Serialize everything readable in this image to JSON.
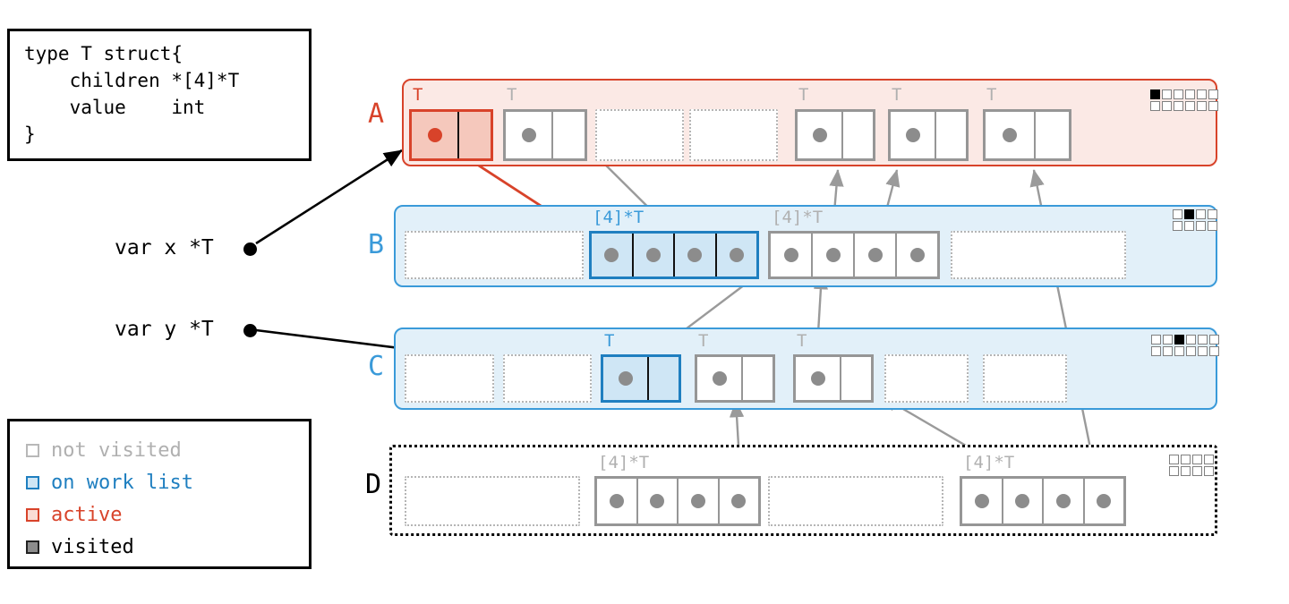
{
  "code_box": {
    "name": "type-definition",
    "text": "type T struct{\n    children *[4]*T\n    value    int\n}"
  },
  "legend": {
    "title": "state-legend",
    "items": [
      {
        "key": "not-visited",
        "label": "not visited",
        "border": "#b8b8b8",
        "fill": "#ffffff",
        "text": "#b0b0b0"
      },
      {
        "key": "on-work-list",
        "label": "on work list",
        "border": "#1f7fc0",
        "fill": "#cfe6f5",
        "text": "#1f7fc0"
      },
      {
        "key": "active",
        "label": "active",
        "border": "#d8432a",
        "fill": "#fadcd5",
        "text": "#d8432a"
      },
      {
        "key": "visited",
        "label": "visited",
        "border": "#222222",
        "fill": "#8c8c8c",
        "text": "#000000"
      }
    ]
  },
  "variables": [
    {
      "name": "x",
      "label": "var x *T",
      "points_to": "A.slot0"
    },
    {
      "name": "y",
      "label": "var y *T",
      "points_to": "C.slot2"
    }
  ],
  "arenas": [
    {
      "id": "A",
      "label": "A",
      "state": "active",
      "border_color": "#d8432a",
      "fill_color": "#fbe9e5",
      "counter": {
        "rows": 2,
        "cols": 6,
        "filled_index": 0
      },
      "slots": [
        {
          "kind": "struct",
          "tag": "T",
          "state": "active",
          "cells": 2,
          "dots": [
            true,
            false
          ]
        },
        {
          "kind": "struct",
          "tag": "T",
          "state": "not-visited",
          "cells": 2,
          "dots": [
            true,
            false
          ]
        },
        {
          "kind": "empty",
          "tag": "",
          "state": "free"
        },
        {
          "kind": "empty",
          "tag": "",
          "state": "free"
        },
        {
          "kind": "struct",
          "tag": "T",
          "state": "not-visited",
          "cells": 2,
          "dots": [
            true,
            false
          ]
        },
        {
          "kind": "struct",
          "tag": "T",
          "state": "not-visited",
          "cells": 2,
          "dots": [
            true,
            false
          ]
        },
        {
          "kind": "struct",
          "tag": "T",
          "state": "not-visited",
          "cells": 2,
          "dots": [
            true,
            false
          ]
        }
      ]
    },
    {
      "id": "B",
      "label": "B",
      "state": "on-work-list",
      "border_color": "#3a9ad9",
      "fill_color": "#e2f0f9",
      "counter": {
        "rows": 2,
        "cols": 4,
        "filled_index": 1
      },
      "slots": [
        {
          "kind": "empty",
          "tag": "",
          "state": "free"
        },
        {
          "kind": "array",
          "tag": "[4]*T",
          "state": "on-work-list",
          "cells": 4,
          "dots": [
            true,
            true,
            true,
            true
          ]
        },
        {
          "kind": "array",
          "tag": "[4]*T",
          "state": "not-visited",
          "cells": 4,
          "dots": [
            true,
            true,
            true,
            true
          ]
        },
        {
          "kind": "empty",
          "tag": "",
          "state": "free"
        }
      ]
    },
    {
      "id": "C",
      "label": "C",
      "state": "on-work-list",
      "border_color": "#3a9ad9",
      "fill_color": "#e2f0f9",
      "counter": {
        "rows": 2,
        "cols": 6,
        "filled_index": 2
      },
      "slots": [
        {
          "kind": "empty",
          "tag": "",
          "state": "free"
        },
        {
          "kind": "empty",
          "tag": "",
          "state": "free"
        },
        {
          "kind": "struct",
          "tag": "T",
          "state": "on-work-list",
          "cells": 2,
          "dots": [
            true,
            false
          ]
        },
        {
          "kind": "struct",
          "tag": "T",
          "state": "not-visited",
          "cells": 2,
          "dots": [
            true,
            false
          ]
        },
        {
          "kind": "struct",
          "tag": "T",
          "state": "not-visited",
          "cells": 2,
          "dots": [
            true,
            false
          ]
        },
        {
          "kind": "empty",
          "tag": "",
          "state": "free"
        },
        {
          "kind": "empty",
          "tag": "",
          "state": "free"
        }
      ]
    },
    {
      "id": "D",
      "label": "D",
      "state": "not-visited",
      "border_color": "#000000",
      "fill_color": "#ffffff",
      "counter": {
        "rows": 2,
        "cols": 4,
        "filled_index": -1
      },
      "slots": [
        {
          "kind": "empty",
          "tag": "",
          "state": "free"
        },
        {
          "kind": "array",
          "tag": "[4]*T",
          "state": "not-visited",
          "cells": 4,
          "dots": [
            true,
            true,
            true,
            true
          ]
        },
        {
          "kind": "empty",
          "tag": "",
          "state": "free"
        },
        {
          "kind": "array",
          "tag": "[4]*T",
          "state": "not-visited",
          "cells": 4,
          "dots": [
            true,
            true,
            true,
            true
          ]
        }
      ]
    }
  ],
  "colors": {
    "active": "#d8432a",
    "work_list": "#1f7fc0",
    "arena_blue": "#3a9ad9",
    "not_visited": "#969696",
    "visited": "#8c8c8c",
    "pointer_arrow": "#9a9a9a",
    "root_arrow": "#000000"
  }
}
